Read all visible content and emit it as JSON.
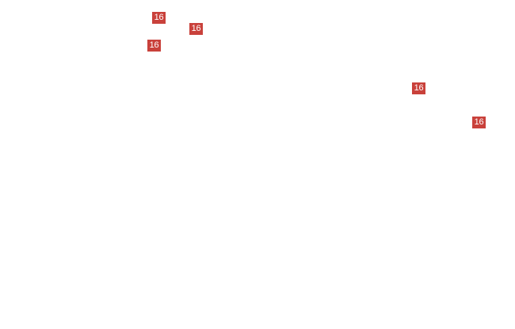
{
  "colors": {
    "background": "#ffffff",
    "marker_fill": "#c9413b",
    "marker_text": "#ffffff"
  },
  "markers": [
    {
      "label": "16"
    },
    {
      "label": "16"
    },
    {
      "label": "16"
    },
    {
      "label": "16"
    },
    {
      "label": "16"
    }
  ]
}
